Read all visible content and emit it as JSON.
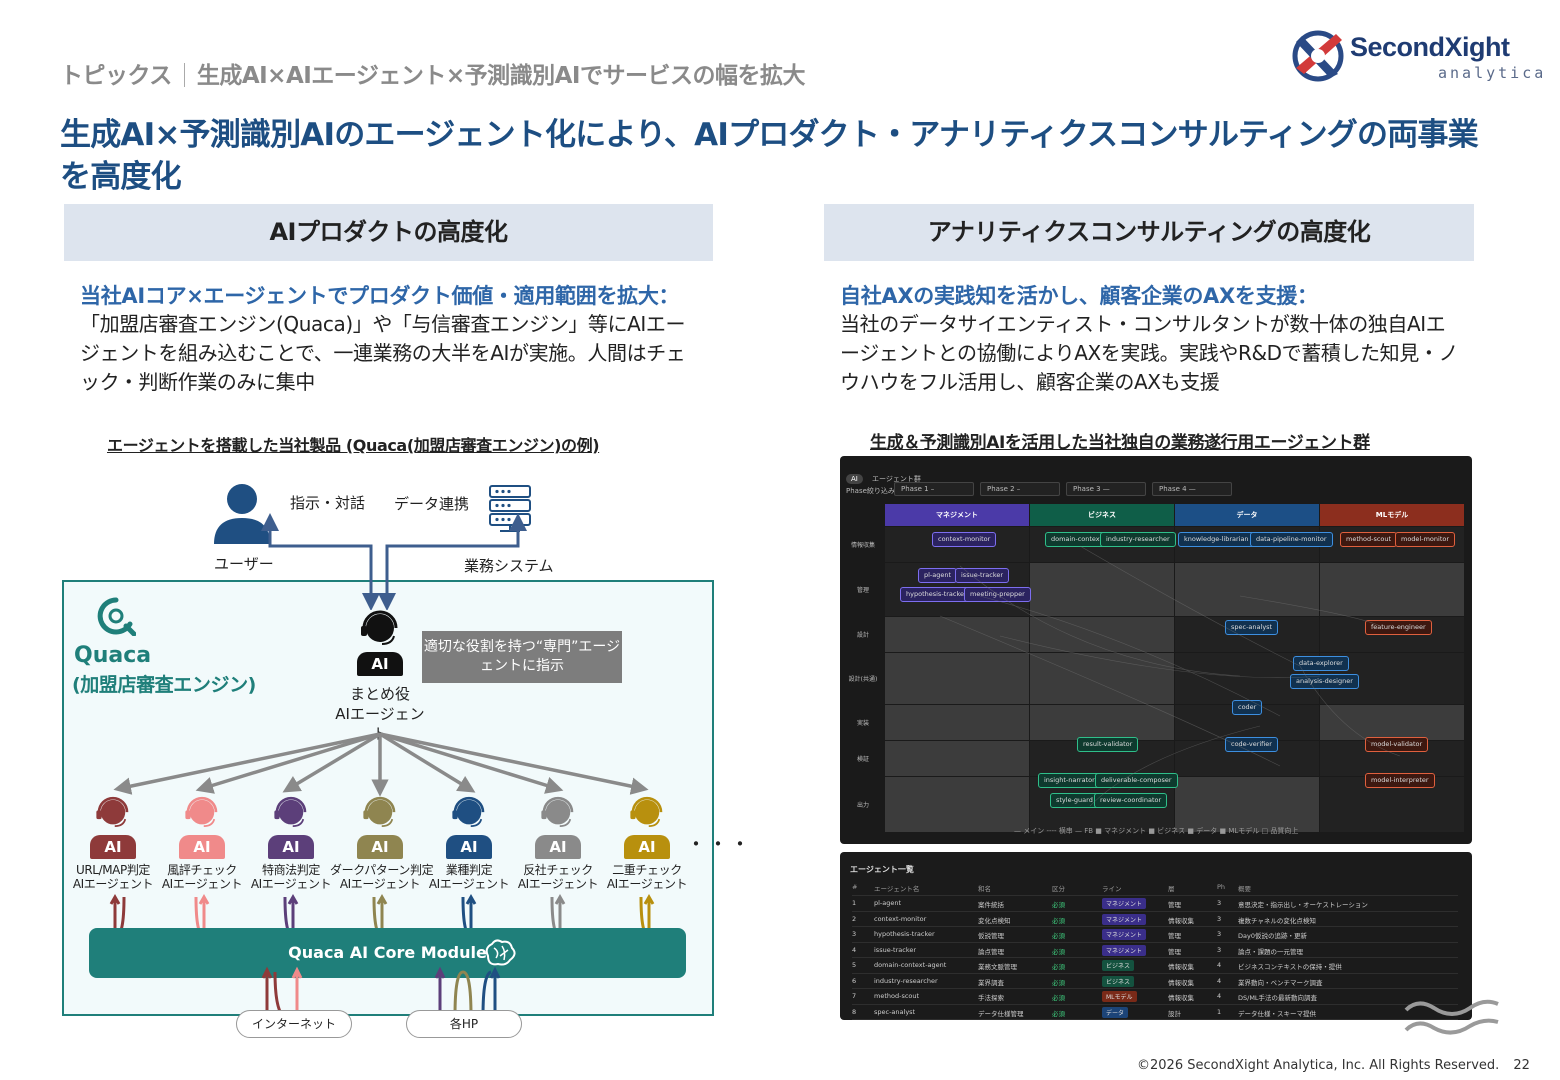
{
  "header": {
    "topic": "トピックス",
    "topic_title": "生成AI×AIエージェント×予測識別AIでサービスの幅を拡大",
    "logo_word": "SecondXight",
    "logo_sub": "analytica",
    "headline": "生成AI×予測識別AIのエージェント化により、AIプロダクト・アナリティクスコンサルティングの両事業を高度化"
  },
  "left": {
    "heading": "AIプロダクトの高度化",
    "lead": "当社AIコア×エージェントでプロダクト価値・適用範囲を拡大：",
    "body": "「加盟店審査エンジン(Quaca)」や「与信審査エンジン」等にAIエージェントを組み込むことで、一連業務の大半をAIが実施。人間はチェック・判断作業のみに集中",
    "diagram_title": "エージェントを搭載した当社製品 (Quaca(加盟店審査エンジン)の例)",
    "user_label": "ユーザー",
    "instruct_label": "指示・対話",
    "link_label": "データ連携",
    "system_label": "業務システム",
    "quaca_name": "Quaca",
    "quaca_sub": "(加盟店審査エンジン)",
    "instruction_box": "適切な役割を持つ“専門”エージェントに指示",
    "coordinator_line1": "まとめ役",
    "coordinator_line2": "AIエージェント",
    "ai_tag": "AI",
    "agents": [
      {
        "line1": "URL/MAP判定",
        "line2": "AIエージェント",
        "color": "#8e3a3a"
      },
      {
        "line1": "風評チェック",
        "line2": "AIエージェント",
        "color": "#f08a8a"
      },
      {
        "line1": "特商法判定",
        "line2": "AIエージェント",
        "color": "#5c3f7a"
      },
      {
        "line1": "ダークパターン判定",
        "line2": "AIエージェント",
        "color": "#8f8550"
      },
      {
        "line1": "業種判定",
        "line2": "AIエージェント",
        "color": "#1f4f82"
      },
      {
        "line1": "反社チェック",
        "line2": "AIエージェント",
        "color": "#8a8a8a"
      },
      {
        "line1": "二重チェック",
        "line2": "AIエージェント",
        "color": "#b8900e"
      }
    ],
    "ellipsis": "・・・",
    "core_module": "Quaca  AI Core Module",
    "cloud_internet": "インターネット",
    "cloud_hp": "各HP"
  },
  "right": {
    "heading": "アナリティクスコンサルティングの高度化",
    "lead": "自社AXの実践知を活かし、顧客企業のAXを支援：",
    "body": "当社のデータサイエンティスト・コンサルタントが数十体の独自AIエージェントとの協働によりAXを実践。実践やR&Dで蓄積した知見・ノウハウをフル活用し、顧客企業のAXも支援",
    "screen_title": "生成＆予測識別AIを活用した当社独自の業務遂行用エージェント群",
    "dashboard": {
      "badge": "AI",
      "title": "エージェント群",
      "filter_label": "Phase絞り込み",
      "phases": [
        "Phase 1 –",
        "Phase 2 –",
        "Phase 3 —",
        "Phase 4 —"
      ],
      "columns": [
        {
          "name": "マネジメント",
          "color": "#4b3aa8"
        },
        {
          "name": "ビジネス",
          "color": "#0f5e48"
        },
        {
          "name": "データ",
          "color": "#1c4f86"
        },
        {
          "name": "MLモデル",
          "color": "#8c2e1e"
        }
      ],
      "rows": [
        "情報収集",
        "管理",
        "設計",
        "設計(共通)",
        "実装",
        "検証",
        "出力"
      ],
      "legend": "— メイン ---- 横串 — FB ■ マネジメント ■ ビジネス ■ データ ■ MLモデル □ 品質向上",
      "pills": [
        {
          "t": "context-monitor",
          "c": "m"
        },
        {
          "t": "domain-context",
          "c": "b"
        },
        {
          "t": "industry-researcher",
          "c": "b"
        },
        {
          "t": "knowledge-librarian",
          "c": "d"
        },
        {
          "t": "data-pipeline-monitor",
          "c": "d"
        },
        {
          "t": "method-scout",
          "c": "r"
        },
        {
          "t": "model-monitor",
          "c": "r"
        },
        {
          "t": "pl-agent",
          "c": "m"
        },
        {
          "t": "issue-tracker",
          "c": "m"
        },
        {
          "t": "hypothesis-tracker",
          "c": "m"
        },
        {
          "t": "meeting-prepper",
          "c": "m"
        },
        {
          "t": "spec-analyst",
          "c": "d"
        },
        {
          "t": "feature-engineer",
          "c": "r"
        },
        {
          "t": "data-explorer",
          "c": "d"
        },
        {
          "t": "analysis-designer",
          "c": "d"
        },
        {
          "t": "coder",
          "c": "d"
        },
        {
          "t": "result-validator",
          "c": "b"
        },
        {
          "t": "code-verifier",
          "c": "d"
        },
        {
          "t": "model-validator",
          "c": "r"
        },
        {
          "t": "insight-narrator",
          "c": "b"
        },
        {
          "t": "deliverable-composer",
          "c": "b"
        },
        {
          "t": "style-guard",
          "c": "b"
        },
        {
          "t": "review-coordinator",
          "c": "b"
        },
        {
          "t": "model-interpreter",
          "c": "r"
        }
      ]
    },
    "table": {
      "title": "エージェント一覧",
      "headers": [
        "#",
        "エージェント名",
        "和名",
        "区分",
        "ライン",
        "層",
        "Ph",
        "概要"
      ],
      "rows": [
        [
          "1",
          "pl-agent",
          "案件統括",
          "必須",
          "マネジメント",
          "管理",
          "3",
          "意思決定・指示出し・オーケストレーション"
        ],
        [
          "2",
          "context-monitor",
          "変化点検知",
          "必須",
          "マネジメント",
          "情報収集",
          "3",
          "複数チャネルの変化点検知"
        ],
        [
          "3",
          "hypothesis-tracker",
          "仮説管理",
          "必須",
          "マネジメント",
          "管理",
          "3",
          "Day0仮説の追跡・更新"
        ],
        [
          "4",
          "issue-tracker",
          "論点管理",
          "必須",
          "マネジメント",
          "管理",
          "3",
          "論点・課題の一元管理"
        ],
        [
          "5",
          "domain-context-agent",
          "業務文脈管理",
          "必須",
          "ビジネス",
          "情報収集",
          "4",
          "ビジネスコンテキストの保持・提供"
        ],
        [
          "6",
          "industry-researcher",
          "業界調査",
          "必須",
          "ビジネス",
          "情報収集",
          "4",
          "業界動向・ベンチマーク調査"
        ],
        [
          "7",
          "method-scout",
          "手法探索",
          "必須",
          "MLモデル",
          "情報収集",
          "4",
          "DS/ML手法の最新動向調査"
        ],
        [
          "8",
          "spec-analyst",
          "データ仕様管理",
          "必須",
          "データ",
          "設計",
          "1",
          "データ仕様・スキーマ提供"
        ]
      ]
    }
  },
  "footer": {
    "copyright": "©2026 SecondXight Analytica, Inc. All Rights Reserved.",
    "page": "22"
  }
}
